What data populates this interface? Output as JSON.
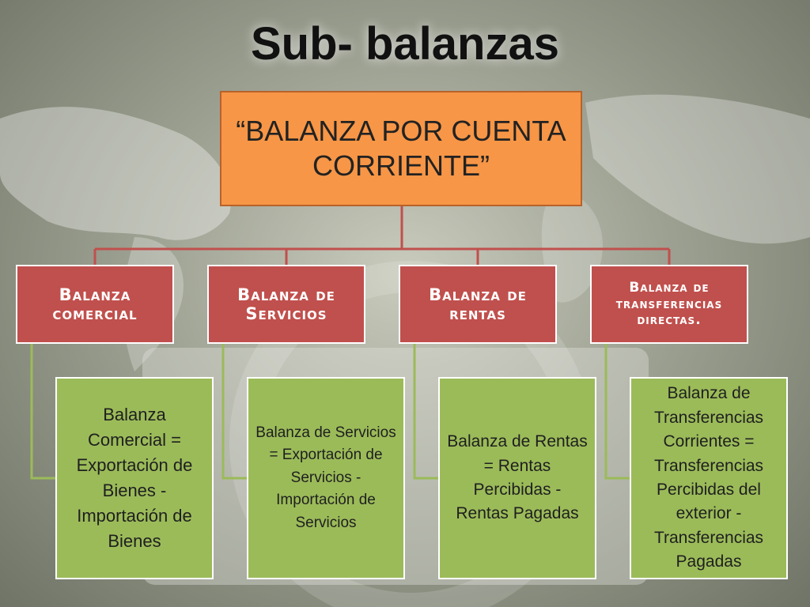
{
  "slide": {
    "title": "Sub- balanzas",
    "root": "“BALANZA POR CUENTA CORRIENTE”",
    "categories": [
      {
        "label": "Balanza comercial",
        "detail": "Balanza Comercial = Exportación de Bienes - Importación de Bienes"
      },
      {
        "label": "Balanza de Servicios",
        "detail": "Balanza de Servicios = Exportación de Servicios - Importación de Servicios"
      },
      {
        "label": "Balanza de rentas",
        "detail": "Balanza de Rentas = Rentas Percibidas - Rentas Pagadas"
      },
      {
        "label": "Balanza de transferencias directas.",
        "detail": "Balanza de Transferencias Corrientes = Transferencias Percibidas del exterior - Transferencias Pagadas"
      }
    ]
  },
  "colors": {
    "root_fill": "#f79646",
    "category_fill": "#c0504d",
    "detail_fill": "#9bbb59",
    "connector_red": "#c0504d",
    "connector_green": "#9bbb59"
  }
}
